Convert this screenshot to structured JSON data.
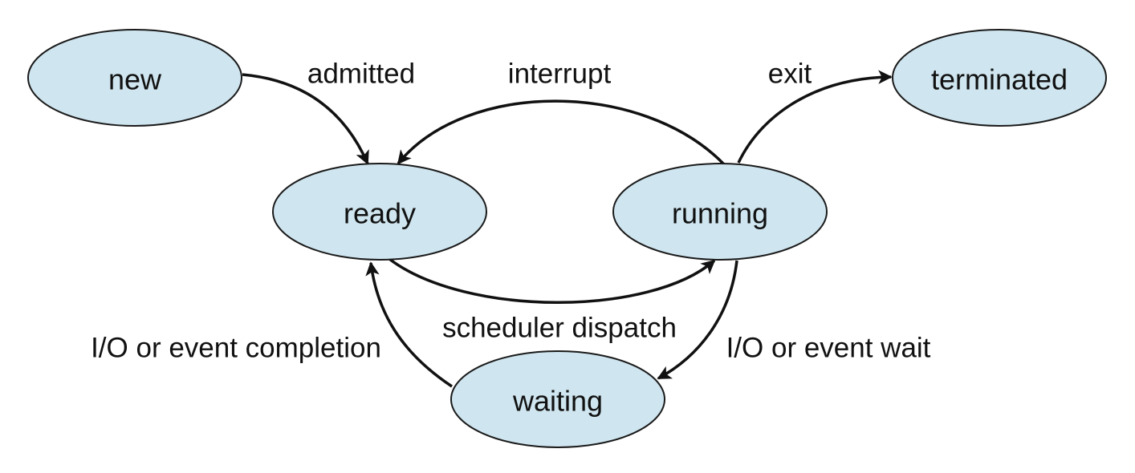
{
  "states": {
    "new": "new",
    "ready": "ready",
    "running": "running",
    "waiting": "waiting",
    "terminated": "terminated"
  },
  "transitions": {
    "admitted": "admitted",
    "interrupt": "interrupt",
    "exit": "exit",
    "scheduler_dispatch": "scheduler dispatch",
    "io_event_completion": "I/O or event completion",
    "io_event_wait": "I/O or event wait"
  },
  "colors": {
    "state_fill": "#cfe5ef",
    "stroke": "#111111"
  }
}
